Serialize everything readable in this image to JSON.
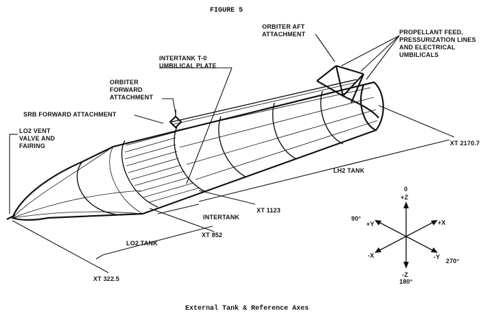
{
  "figure_title": "FIGURE 5",
  "caption": "External Tank & Reference Axes",
  "labels": {
    "lo2_vent": [
      "LO2 VENT",
      "VALVE AND",
      "FAIRING"
    ],
    "srb_forward": "SRB FORWARD ATTACHMENT",
    "orbiter_forward": [
      "ORBITER",
      "FORWARD",
      "ATTACHMENT"
    ],
    "intertank_umbilical": [
      "INTERTANK T-0",
      "UMBILICAL PLATE"
    ],
    "orbiter_aft": [
      "ORBITER AFT",
      "ATTACHMENT"
    ],
    "propellant_feed": [
      "PROPELLANT FEED,",
      "PRESSURIZATION LINES",
      "AND ELECTRICAL",
      "UMBILICALS"
    ]
  },
  "stations": {
    "xt_322": "XT 322.5",
    "xt_852": "XT 852",
    "xt_1123": "XT 1123",
    "xt_2170": "XT 2170.7"
  },
  "sections": {
    "lo2_tank": "LO2 TANK",
    "intertank": "INTERTANK",
    "lh2_tank": "LH2 TANK"
  },
  "axes": {
    "z_pos": "+Z",
    "zero": "0",
    "z_neg": "-Z",
    "deg_180": "180°",
    "y_pos": "+Y",
    "deg_90": "90°",
    "x_pos": "+X",
    "x_neg": "-X",
    "y_neg": "-Y",
    "deg_270": "270°"
  }
}
